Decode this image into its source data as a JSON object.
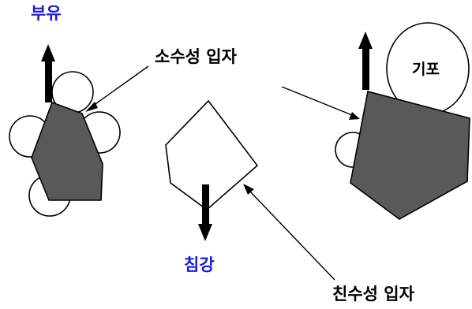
{
  "labels": {
    "float": "부유",
    "hydrophobic": "소수성 입자",
    "bubble": "기포",
    "sink": "침강",
    "hydrophilic": "친수성 입자"
  },
  "colors": {
    "particle_fill": "#595959",
    "outline": "#000000",
    "label_blue": "#1a1adf",
    "background": "#ffffff"
  }
}
